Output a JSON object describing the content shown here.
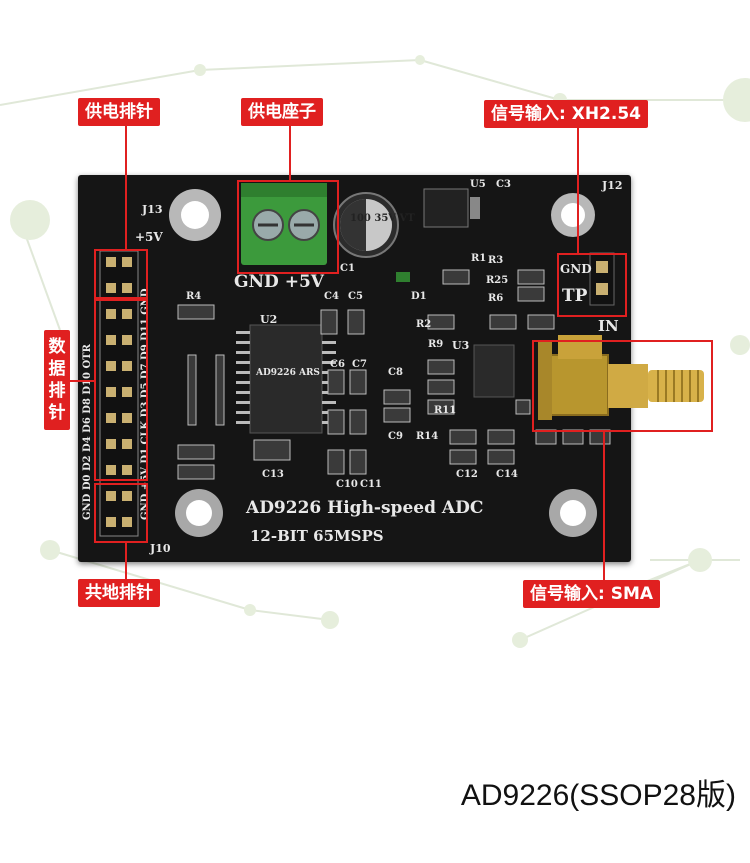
{
  "callouts": {
    "power_header": "供电排针",
    "power_socket": "供电座子",
    "signal_xh": "信号输入: XH2.54",
    "data_header": "数据排针",
    "ground_header": "共地排针",
    "signal_sma": "信号输入: SMA"
  },
  "board_text": {
    "title": "AD9226 High-speed ADC",
    "subtitle": "12-BIT 65MSPS",
    "gnd_5v": "GND +5V",
    "plus5v": "+5V",
    "gnd": "GND",
    "tp": "TP",
    "in": "IN",
    "j13": "J13",
    "j12": "J12",
    "j10": "J10",
    "u2": "U2",
    "u3": "U3",
    "u5": "U5",
    "c1": "C1",
    "c3": "C3",
    "d1": "D1",
    "r4": "R4",
    "r1": "R1",
    "r25": "R25",
    "r6": "R6",
    "r2": "R2",
    "r3": "R3",
    "r9": "R9",
    "r11": "R11",
    "r14": "R14",
    "c4": "C4",
    "c5": "C5",
    "c6": "C6",
    "c7": "C7",
    "c8": "C8",
    "c9": "C9",
    "c10": "C10",
    "c11": "C11",
    "c12": "C12",
    "c13": "C13",
    "c14": "C14",
    "cap_text": "100 35V VT",
    "chip_text": "AD9226 ARS",
    "left_labels": "GND D0 D2 D4 D6 D8 D10 OTR",
    "right_labels": "GND +5V D1 CLK D3 D5 D7 D9 D11 GND"
  },
  "caption": "AD9226(SSOP28版)",
  "colors": {
    "callout_red": "#e02020",
    "pcb_black": "#151515",
    "terminal_green": "#3c9a3c",
    "sma_gold": "#c9a23a"
  }
}
